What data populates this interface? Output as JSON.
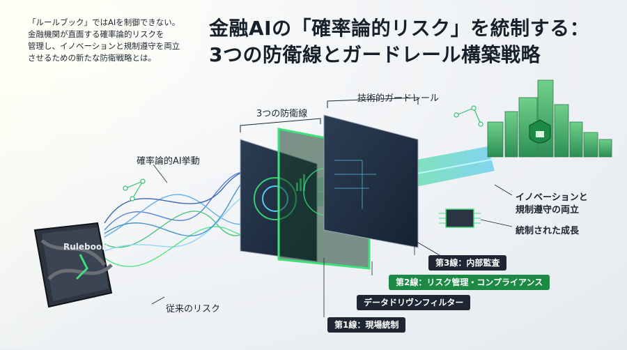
{
  "intro": {
    "line1": "「ルールブック」ではAIを制御できない。",
    "line2": "金融機関が直面する確率論的リスクを",
    "line3": "管理し、イノベーションと規制遵守を両立",
    "line4": "させるための新たな防衛戦略とは。"
  },
  "title": {
    "line1": "金融AIの「確率論的リスク」を統制する：",
    "line2": "3つの防衛線とガードレール構築戦略"
  },
  "book": {
    "label": "Rulebook"
  },
  "labels": {
    "three_lines": "3つの防衛線",
    "guardrail": "技術的ガードレール",
    "prob_ai": "確率論的AI挙動",
    "innovation1": "イノベーションと",
    "innovation2": "規制遵守の両立",
    "controlled": "統制された成長",
    "legacy": "従来のリスク"
  },
  "pills": {
    "line3": "第3線：内部監査",
    "line2": "第2線：リスク管理・コンプライアンス",
    "data": "データドリヴンフィルター",
    "line1": "第1線：現場統制"
  },
  "colors": {
    "accent_green": "#1c8a44",
    "dark": "#1e2633",
    "panel": "#243447",
    "neon": "#3ee07a",
    "flow_blue": "#4aa3e8"
  }
}
